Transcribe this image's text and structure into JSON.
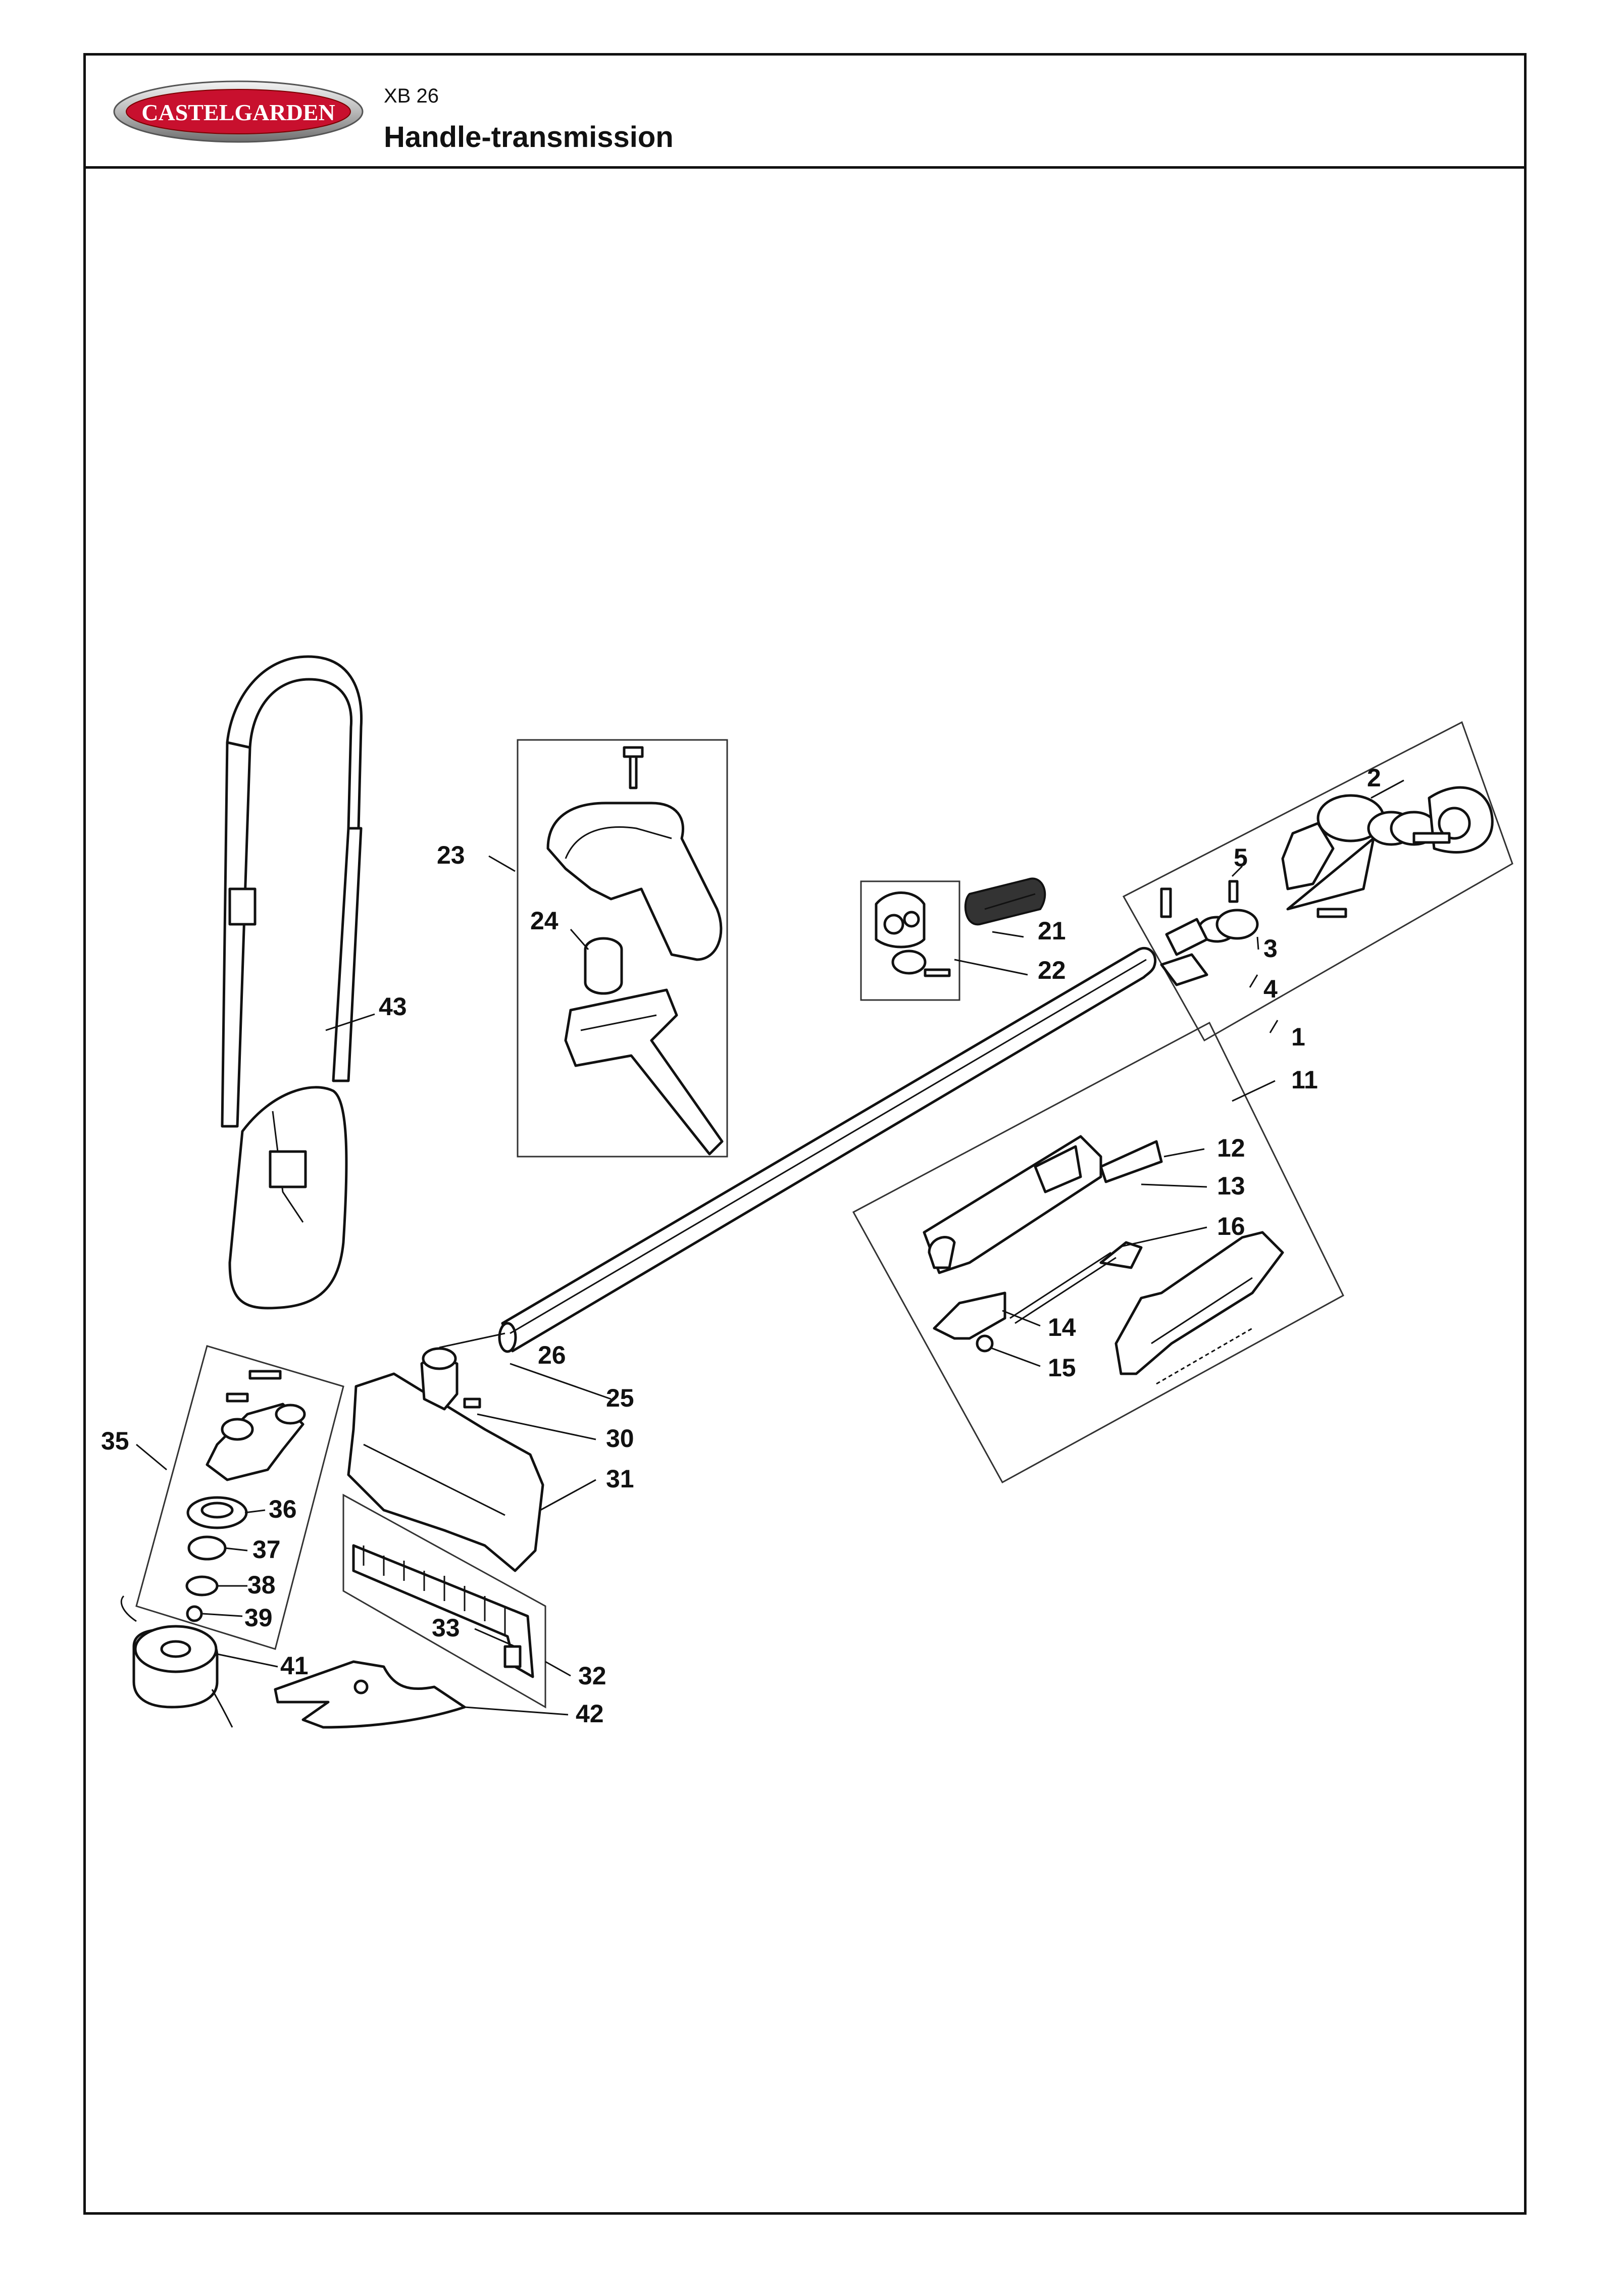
{
  "header": {
    "brand": "CASTELGARDEN",
    "model": "XB 26",
    "title": "Handle-transmission"
  },
  "callouts": [
    "1",
    "2",
    "3",
    "4",
    "5",
    "11",
    "12",
    "13",
    "14",
    "15",
    "16",
    "21",
    "22",
    "23",
    "24",
    "25",
    "26",
    "30",
    "31",
    "32",
    "33",
    "35",
    "36",
    "37",
    "38",
    "39",
    "41",
    "42",
    "43"
  ]
}
